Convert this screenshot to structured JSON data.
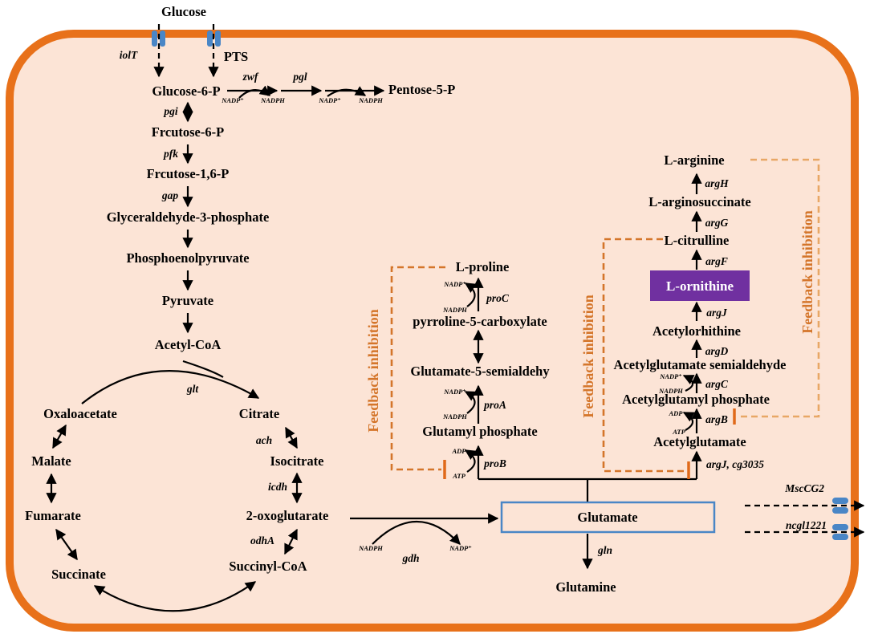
{
  "metabolites": {
    "glucose": "Glucose",
    "g6p": "Glucose-6-P",
    "f6p": "Frcutose-6-P",
    "f16p": "Frcutose-1,6-P",
    "g3p": "Glyceraldehyde-3-phosphate",
    "pep": "Phosphoenolpyruvate",
    "pyruvate": "Pyruvate",
    "acetylcoa": "Acetyl-CoA",
    "pentose": "Pentose-5-P",
    "oxaloacetate": "Oxaloacetate",
    "citrate": "Citrate",
    "malate": "Malate",
    "isocitrate": "Isocitrate",
    "fumarate": "Fumarate",
    "oxoglutarate": "2-oxoglutarate",
    "succinate": "Succinate",
    "succinylcoa": "Succinyl-CoA",
    "glutamate": "Glutamate",
    "glutamine": "Glutamine",
    "proline": "L-proline",
    "p5c": "pyrroline-5-carboxylate",
    "g5s": "Glutamate-5-semialdehy",
    "glutamylp": "Glutamyl phosphate",
    "arginine": "L-arginine",
    "argsucc": "L-arginosuccinate",
    "citrulline": "L-citrulline",
    "ornithine": "L-ornithine",
    "acetylorn": "Acetylorhithine",
    "acglusemi": "Acetylglutamate semialdehyde",
    "acglup": "Acetylglutamyl phosphate",
    "acglu": "Acetylglutamate"
  },
  "enzymes": {
    "iolT": "iolT",
    "pts": "PTS",
    "zwf": "zwf",
    "pgl": "pgl",
    "pgi": "pgi",
    "pfk": "pfk",
    "gap": "gap",
    "glt": "glt",
    "ach": "ach",
    "icdh": "icdh",
    "odhA": "odhA",
    "gdh": "gdh",
    "gln": "gln",
    "proC": "proC",
    "proA": "proA",
    "proB": "proB",
    "argH": "argH",
    "argG": "argG",
    "argF": "argF",
    "argJ": "argJ",
    "argD": "argD",
    "argC": "argC",
    "argB": "argB",
    "argJcg": "argJ, cg3035",
    "mscCG2": "MscCG2",
    "ncgl1221": "ncgl1221"
  },
  "cofactors": {
    "nadp": "NADP⁺",
    "nadph": "NADPH",
    "atp": "ATP",
    "adp": "ADP"
  },
  "feedback": {
    "label": "Feedback inhibition"
  },
  "colors": {
    "cell_fill": "#FCE4D6",
    "cell_border": "#E8711A",
    "feedback": "#D4752A",
    "ornithine_box": "#7030A0",
    "glutamate_box": "#4A86C6",
    "channel": "#4A86C6"
  }
}
